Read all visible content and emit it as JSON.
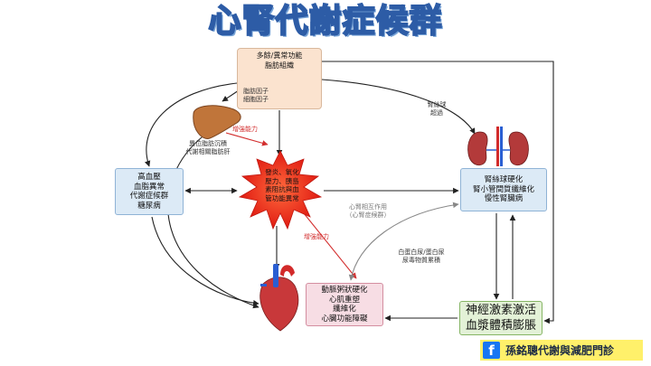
{
  "title": "心腎代謝症候群",
  "nodes": {
    "adipose": {
      "lines": [
        "多餘/異常功能",
        "脂肪組織"
      ]
    },
    "adipose_factors": {
      "lines": [
        "脂肪因子",
        "細胞因子"
      ]
    },
    "liver": {
      "lines": [
        "異位脂肪沉積",
        "代謝相關脂肪肝"
      ]
    },
    "metabolic": {
      "lines": [
        "高血壓",
        "血脂異常",
        "代謝症候群",
        "糖尿病"
      ]
    },
    "stress": {
      "lines": [
        "發炎、氧化",
        "壓力、胰島",
        "素阻抗與血",
        "管功能異常"
      ]
    },
    "renal": {
      "lines": [
        "腎絲球硬化",
        "腎小管間質纖維化",
        "慢性腎臟病"
      ]
    },
    "cardiac": {
      "lines": [
        "動脈粥狀硬化",
        "心肌重塑",
        "纖維化",
        "心臟功能障礙"
      ]
    },
    "neuro": {
      "lines": [
        "神經激素激活",
        "血漿體積膨脹"
      ]
    }
  },
  "edge_labels": {
    "enhance_1": "增強能力",
    "enhance_2": "增強能力",
    "renal_axis": [
      "腎絲球",
      "超過"
    ],
    "crosstalk": [
      "心腎相互作用",
      "（心腎症候群）"
    ],
    "proteinuria": [
      "白蛋白尿/蛋白尿",
      "尿毒物質累積"
    ]
  },
  "colors": {
    "title_fill": "#f1f7fd",
    "title_stroke": "#2d5ca6",
    "arrow": "#222222",
    "red_arrow": "#d32f2f",
    "gray_arrow": "#888888",
    "star": "#e8261c",
    "brand_bg": "#fff06a",
    "facebook": "#1877f2"
  },
  "icons": [
    "adipose-cells-icon",
    "liver-icon",
    "kidney-icon",
    "heart-icon",
    "burst-star-icon",
    "facebook-icon"
  ],
  "brand": {
    "fb_glyph": "f",
    "name": "孫銘聰代謝與減肥門診"
  }
}
